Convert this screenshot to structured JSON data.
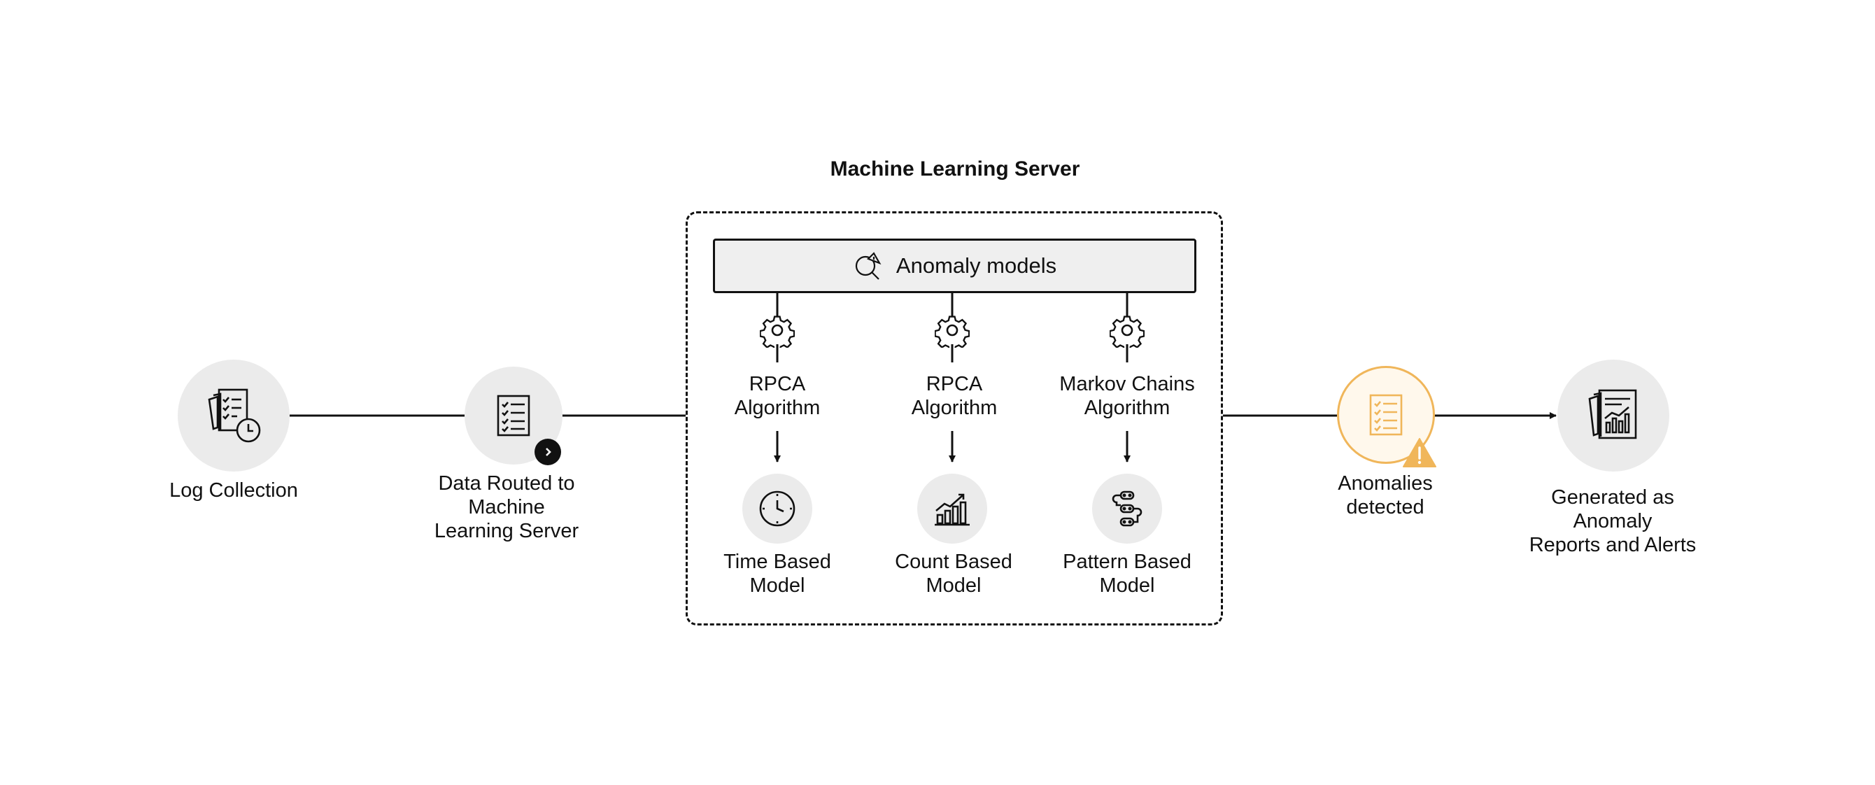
{
  "title": "Machine Learning Server",
  "models_bar": {
    "label": "Anomaly models",
    "icon": "anomaly-search-icon"
  },
  "pipeline": [
    {
      "id": "log-collection",
      "lines": [
        "Log Collection"
      ],
      "icon": "log-documents-clock-icon"
    },
    {
      "id": "data-routed",
      "lines": [
        "Data Routed to",
        "Machine",
        "Learning Server"
      ],
      "icon": "checklist-icon",
      "badge_icon": "chevron-right-icon"
    },
    {
      "id": "anomalies-detected",
      "lines": [
        "Anomalies",
        "detected"
      ],
      "icon": "checklist-icon",
      "badge_icon": "warning-icon",
      "accent": "#f0b65a"
    },
    {
      "id": "reports-alerts",
      "lines": [
        "Generated as",
        "Anomaly",
        "Reports and Alerts"
      ],
      "icon": "report-chart-icon"
    }
  ],
  "algorithms": [
    {
      "lines": [
        "RPCA",
        "Algorithm"
      ],
      "icon": "gear-icon"
    },
    {
      "lines": [
        "RPCA",
        "Algorithm"
      ],
      "icon": "gear-icon"
    },
    {
      "lines": [
        "Markov Chains",
        "Algorithm"
      ],
      "icon": "gear-icon"
    }
  ],
  "models": [
    {
      "lines": [
        "Time Based",
        "Model"
      ],
      "icon": "clock-icon"
    },
    {
      "lines": [
        "Count Based",
        "Model"
      ],
      "icon": "bar-chart-trend-icon"
    },
    {
      "lines": [
        "Pattern Based",
        "Model"
      ],
      "icon": "pattern-path-icon"
    }
  ],
  "colors": {
    "accent": "#f0b65a",
    "line": "#111111",
    "circle_fill": "#ebebeb",
    "bar_fill": "#efefef"
  }
}
